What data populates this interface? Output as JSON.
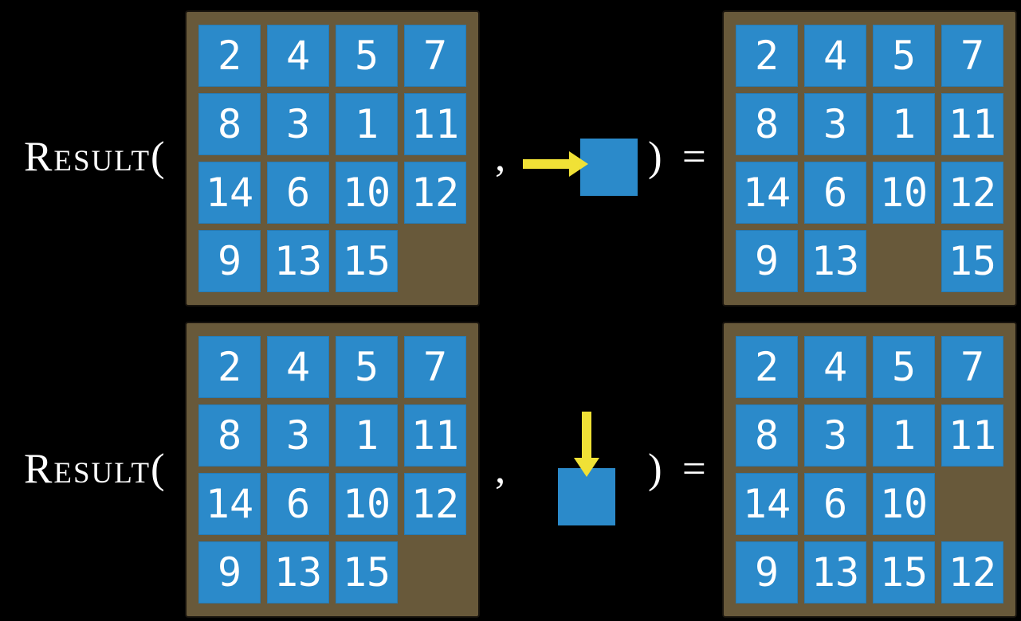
{
  "colors": {
    "background": "#000000",
    "frame": "#68593a",
    "frame_border": "#17130d",
    "tile": "#2b8aca",
    "arrow": "#f0e136",
    "text": "#ffffff"
  },
  "rows": [
    {
      "label": "Result(",
      "comma": ",",
      "close": ") =",
      "action": {
        "icon": "arrow-right-icon",
        "direction": "right"
      },
      "input_grid": [
        [
          2,
          4,
          5,
          7
        ],
        [
          8,
          3,
          1,
          11
        ],
        [
          14,
          6,
          10,
          12
        ],
        [
          9,
          13,
          15,
          null
        ]
      ],
      "output_grid": [
        [
          2,
          4,
          5,
          7
        ],
        [
          8,
          3,
          1,
          11
        ],
        [
          14,
          6,
          10,
          12
        ],
        [
          9,
          13,
          null,
          15
        ]
      ]
    },
    {
      "label": "Result(",
      "comma": ",",
      "close": ") =",
      "action": {
        "icon": "arrow-down-icon",
        "direction": "down"
      },
      "input_grid": [
        [
          2,
          4,
          5,
          7
        ],
        [
          8,
          3,
          1,
          11
        ],
        [
          14,
          6,
          10,
          12
        ],
        [
          9,
          13,
          15,
          null
        ]
      ],
      "output_grid": [
        [
          2,
          4,
          5,
          7
        ],
        [
          8,
          3,
          1,
          11
        ],
        [
          14,
          6,
          10,
          null
        ],
        [
          9,
          13,
          15,
          12
        ]
      ]
    }
  ]
}
